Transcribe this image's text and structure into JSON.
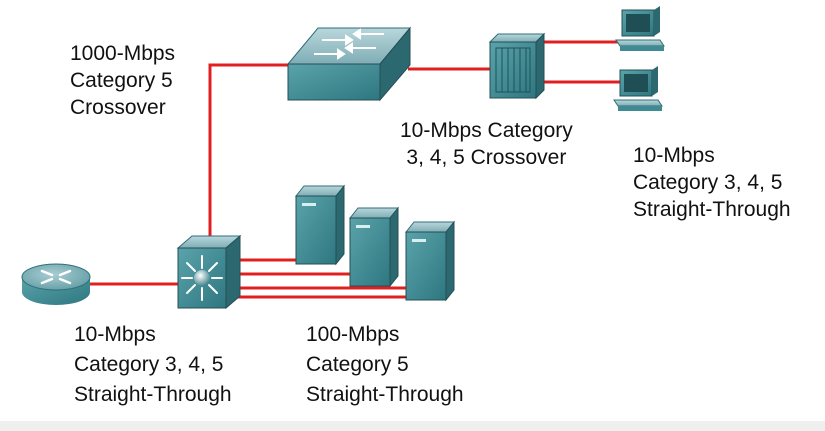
{
  "colors": {
    "cable": "#e02020",
    "device_top": "#8fb8c0",
    "device_front": "#3f8a93",
    "device_side": "#2b6870"
  },
  "icons": [
    "router-icon",
    "multilayer-switch-icon",
    "workgroup-switch-icon",
    "hub-icon",
    "server-icon",
    "pc-icon"
  ],
  "labels": {
    "uplink": [
      "1000-Mbps",
      "Category  5",
      "Crossover"
    ],
    "hub_link": [
      "10-Mbps Category",
      "3, 4, 5 Crossover"
    ],
    "pc_links": [
      "10-Mbps",
      "Category  3, 4, 5",
      "Straight-Through"
    ],
    "router_link": [
      "10-Mbps",
      "Category 3, 4, 5",
      "Straight-Through"
    ],
    "server_links": [
      "100-Mbps",
      "Category  5",
      "Straight-Through"
    ]
  }
}
